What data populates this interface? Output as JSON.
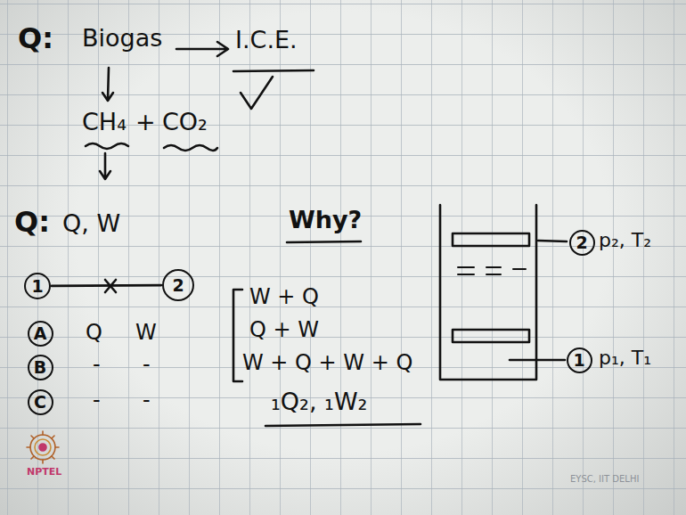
{
  "diagram": {
    "nodes": [
      {
        "text": [
          "1"
        ]
      },
      {
        "text": [
          "2"
        ]
      },
      {
        "text": [
          "A"
        ]
      },
      {
        "text": [
          "B"
        ]
      },
      {
        "text": [
          "C"
        ]
      },
      {
        "text": [
          "2"
        ]
      },
      {
        "text": [
          "1"
        ]
      }
    ],
    "edges": [
      {
        "from": 0,
        "to": 1,
        "arrow": "none"
      }
    ],
    "labels": [
      "Q:",
      "Biogas",
      "I.C.E.",
      "CH₄",
      "+",
      "CO₂",
      "Q:",
      "Q, W",
      "Why?",
      "Q",
      "W",
      "-",
      "-",
      "-",
      "-",
      "W + Q",
      "Q + W",
      "W + Q + W + Q",
      "₁Q₂, ₁W₂",
      "p₂, T₂",
      "p₁, T₁",
      "EYSC, IIT DELHI",
      "NPTEL"
    ]
  }
}
